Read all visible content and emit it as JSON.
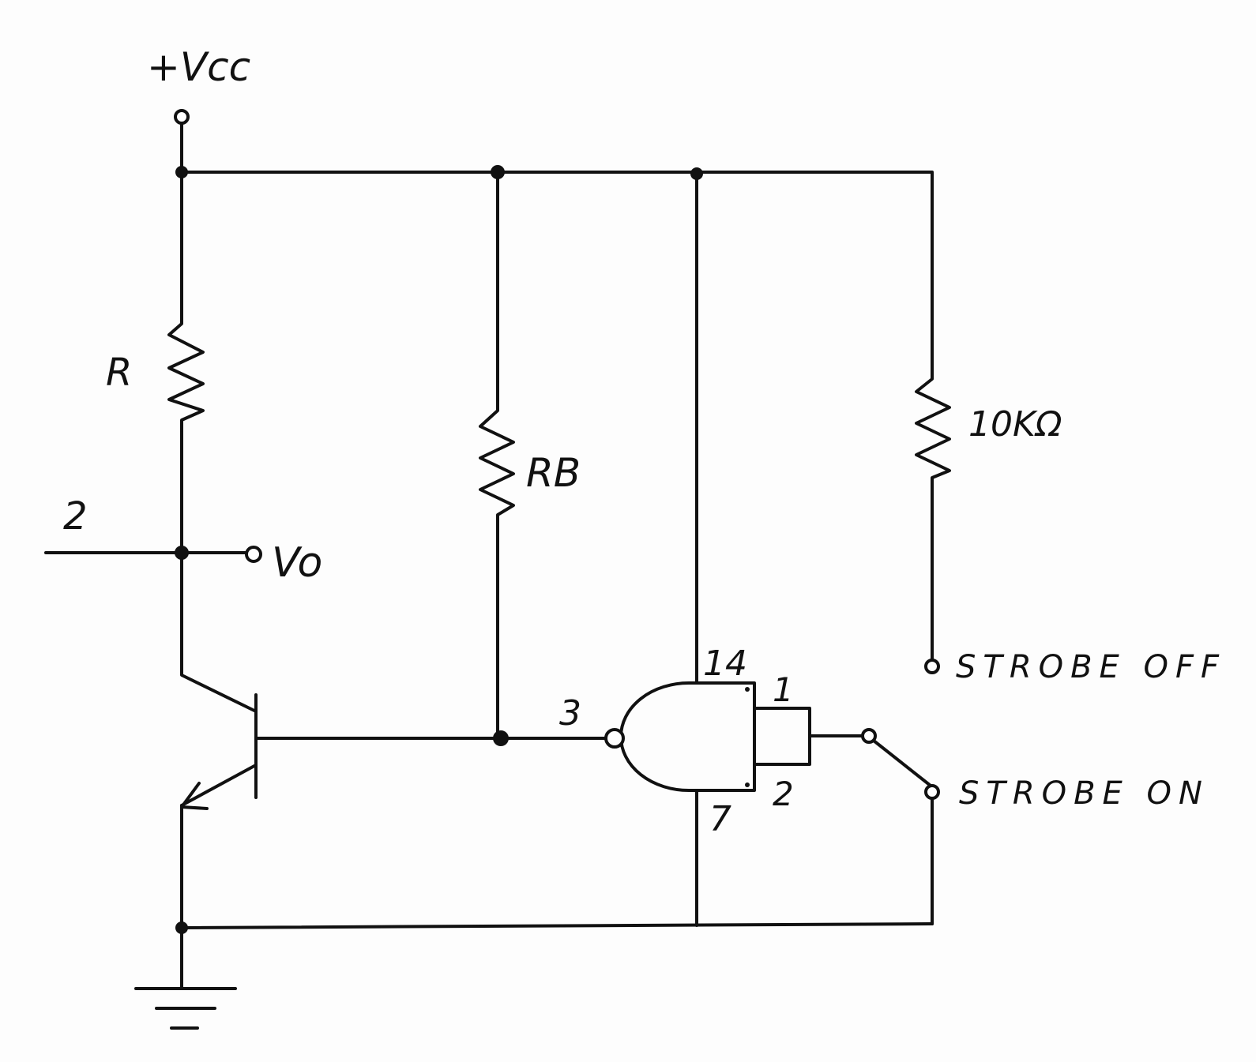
{
  "labels": {
    "vcc": "+Vcc",
    "r": "R",
    "rb": "RB",
    "r10k": "10KΩ",
    "node2": "2",
    "vo": "Vo",
    "pin3": "3",
    "pin14": "14",
    "pin1": "1",
    "pin2": "2",
    "pin7": "7",
    "strobe_off": "STROBE OFF",
    "strobe_on": "STROBE ON"
  },
  "colors": {
    "ink": "#111111",
    "paper": "#fdfdfd"
  }
}
